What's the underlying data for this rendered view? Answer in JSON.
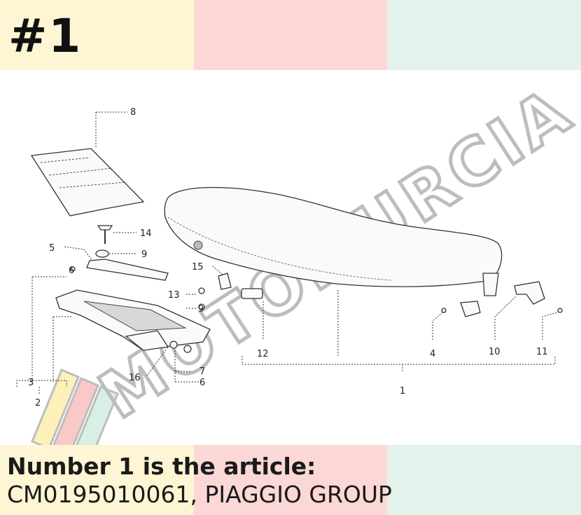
{
  "header": {
    "title": "#1"
  },
  "bands": {
    "colors": [
      "#fdf5d3",
      "#fbd8d6",
      "#e3f3ec"
    ]
  },
  "watermark": {
    "text": "MOTOMURCIA"
  },
  "diagram": {
    "labels": [
      "8",
      "14",
      "9",
      "5",
      "6",
      "15",
      "13",
      "9",
      "3",
      "2",
      "16",
      "7",
      "6",
      "12",
      "4",
      "10",
      "11",
      "1"
    ]
  },
  "caption": {
    "line1": "Number 1 is the article:",
    "line2": "CM0195010061, PIAGGIO GROUP"
  }
}
